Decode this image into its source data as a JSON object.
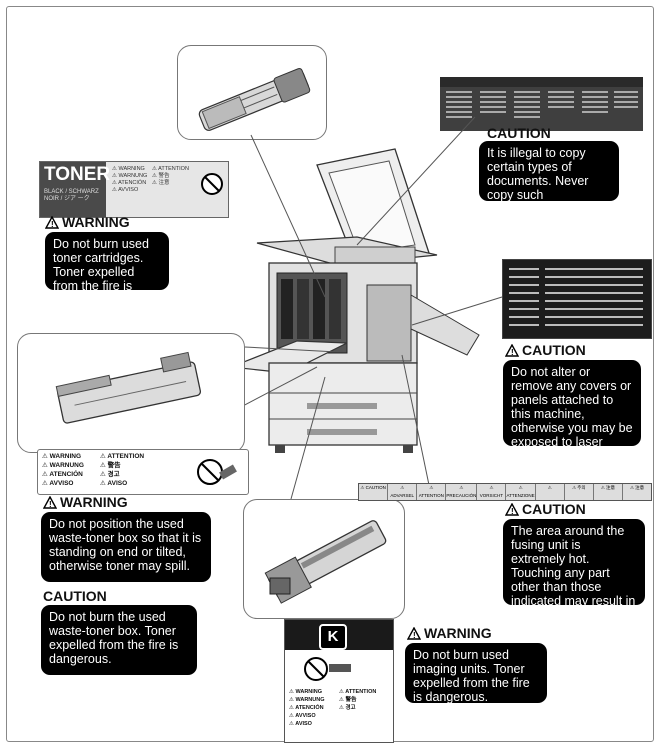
{
  "toner_label": {
    "name": "TONER",
    "sub": "BLACK / SCHWARZ\nNOIR / ジア ーク",
    "warnings": [
      "⚠ WARNING",
      "⚠ WARNUNG",
      "⚠ ATENCIÓN",
      "⚠ AVVISO"
    ],
    "attentions": [
      "⚠ ATTENTION",
      "⚠ 警告",
      "⚠ 注意"
    ]
  },
  "warning_toner": {
    "title": "WARNING",
    "text": "Do not burn used toner cartridges. Toner expelled from the fire is dangerous."
  },
  "caution_copy": {
    "title": "CAUTION",
    "text": "It is illegal to copy certain types of documents. Never copy such documents."
  },
  "caution_laser": {
    "title": "CAUTION",
    "text": "Do not alter or remove any covers or panels attached to this machine, otherwise you may be exposed to laser radiation."
  },
  "waste_label": {
    "col1": [
      "⚠ WARNING",
      "⚠ WARNUNG",
      "⚠ ATENCIÓN",
      "⚠ AVVISO"
    ],
    "col2": [
      "⚠ ATTENTION",
      "⚠ 警告",
      "⚠ 경고",
      "⚠ AVISO"
    ]
  },
  "warning_wastebox": {
    "title": "WARNING",
    "text": "Do not position the used waste-toner box so that it is standing on end or tilted, otherwise toner may spill."
  },
  "caution_wastebox": {
    "title": "CAUTION",
    "text": "Do not burn the used waste-toner box. Toner expelled from the fire is dangerous."
  },
  "caution_fusing": {
    "title": "CAUTION",
    "text": "The area around the fusing unit is extremely hot. Touching any part other than those indicated may result in burns."
  },
  "warning_imaging": {
    "title": "WARNING",
    "text": "Do not burn used imaging units. Toner expelled from the fire is dangerous."
  },
  "imaging_label": {
    "badge": "K",
    "col1": [
      "⚠ WARNING",
      "⚠ WARNUNG",
      "⚠ ATENCIÓN",
      "⚠ AVVISO",
      "⚠ AVISO"
    ],
    "col2": [
      "⚠ ATTENTION",
      "⚠ 警告",
      "⚠ 경고"
    ]
  },
  "bottom_strip": [
    "⚠ CAUTION",
    "⚠ ADVARSEL",
    "⚠ ATTENTION",
    "⚠ PRECAUCIÓN",
    "⚠ VORSICHT",
    "⚠ ATTENZIONE",
    "⚠",
    "⚠ 주의",
    "⚠ 注意",
    "⚠ 注意"
  ]
}
